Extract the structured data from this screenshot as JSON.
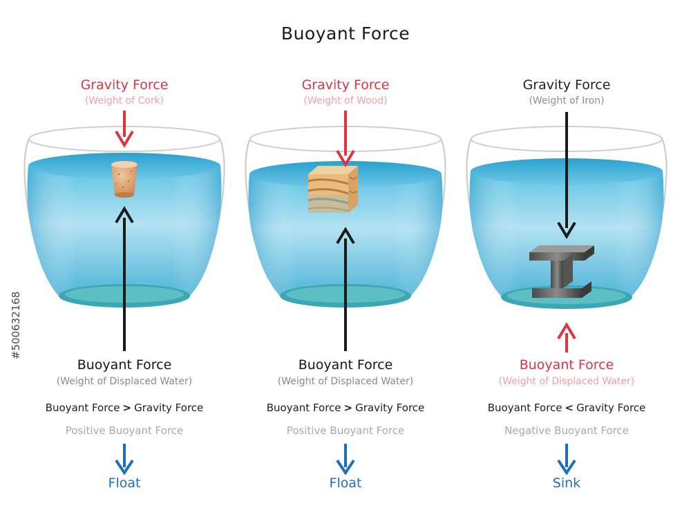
{
  "title": "Buoyant Force",
  "stock_id": "#500632168",
  "colors": {
    "red": "#e0323f",
    "pink": "#f2a0a6",
    "blue": "#1d6fb8",
    "water": "#8fd3ea",
    "black": "#1a1a1a"
  },
  "panels": [
    {
      "object": "cork",
      "object_icon": "cork-icon",
      "gravity_label": "Gravity Force",
      "gravity_sub": "(Weight of Cork)",
      "buoyant_label": "Buoyant Force",
      "buoyant_sub": "(Weight of Displaced Water)",
      "compare_left": "Buoyant Force",
      "compare_op": ">",
      "compare_right": "Gravity Force",
      "kind": "Positive Buoyant Force",
      "result": "Float"
    },
    {
      "object": "wood",
      "object_icon": "wood-block-icon",
      "gravity_label": "Gravity Force",
      "gravity_sub": "(Weight of Wood)",
      "buoyant_label": "Buoyant Force",
      "buoyant_sub": "(Weight of Displaced Water)",
      "compare_left": "Buoyant Force",
      "compare_op": ">",
      "compare_right": "Gravity Force",
      "kind": "Positive Buoyant Force",
      "result": "Float"
    },
    {
      "object": "iron",
      "object_icon": "iron-beam-icon",
      "gravity_label": "Gravity Force",
      "gravity_sub": "(Weight of Iron)",
      "buoyant_label": "Buoyant Force",
      "buoyant_sub": "(Weight of Displaced Water)",
      "compare_left": "Buoyant Force",
      "compare_op": "<",
      "compare_right": "Gravity Force",
      "kind": "Negative Buoyant Force",
      "result": "Sink"
    }
  ]
}
